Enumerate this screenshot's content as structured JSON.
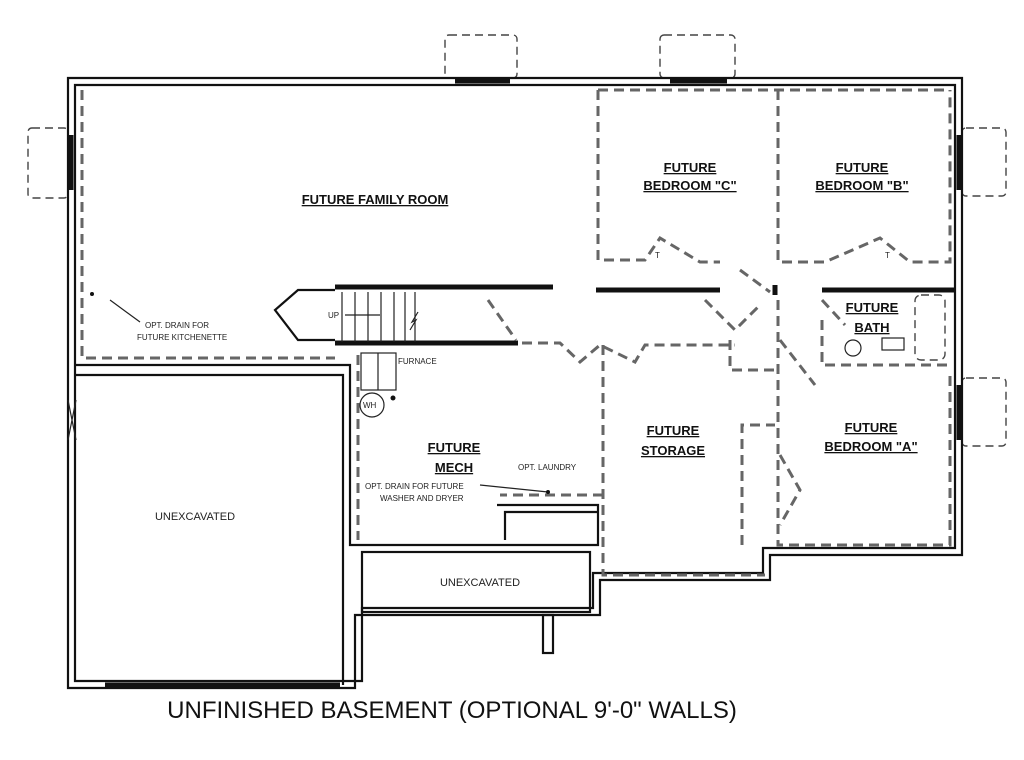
{
  "rooms": {
    "family_room": "FUTURE FAMILY ROOM",
    "bedroom_c_1": "FUTURE",
    "bedroom_c_2": "BEDROOM \"C\"",
    "bedroom_b_1": "FUTURE",
    "bedroom_b_2": "BEDROOM \"B\"",
    "bath_1": "FUTURE",
    "bath_2": "BATH",
    "mech_1": "FUTURE",
    "mech_2": "MECH",
    "storage_1": "FUTURE",
    "storage_2": "STORAGE",
    "bedroom_a_1": "FUTURE",
    "bedroom_a_2": "BEDROOM \"A\"",
    "unexcavated_left": "UNEXCAVATED",
    "unexcavated_bottom": "UNEXCAVATED"
  },
  "notes": {
    "kitchenette_1": "OPT. DRAIN FOR",
    "kitchenette_2": "FUTURE KITCHENETTE",
    "up": "UP",
    "furnace": "FURNACE",
    "water_heater": "WH",
    "laundry": "OPT. LAUNDRY",
    "washer_1": "OPT. DRAIN FOR FUTURE",
    "washer_2": "WASHER AND DRYER",
    "closet_c": "T",
    "closet_b": "T"
  },
  "caption": "UNFINISHED BASEMENT (OPTIONAL 9'-0\" WALLS)"
}
